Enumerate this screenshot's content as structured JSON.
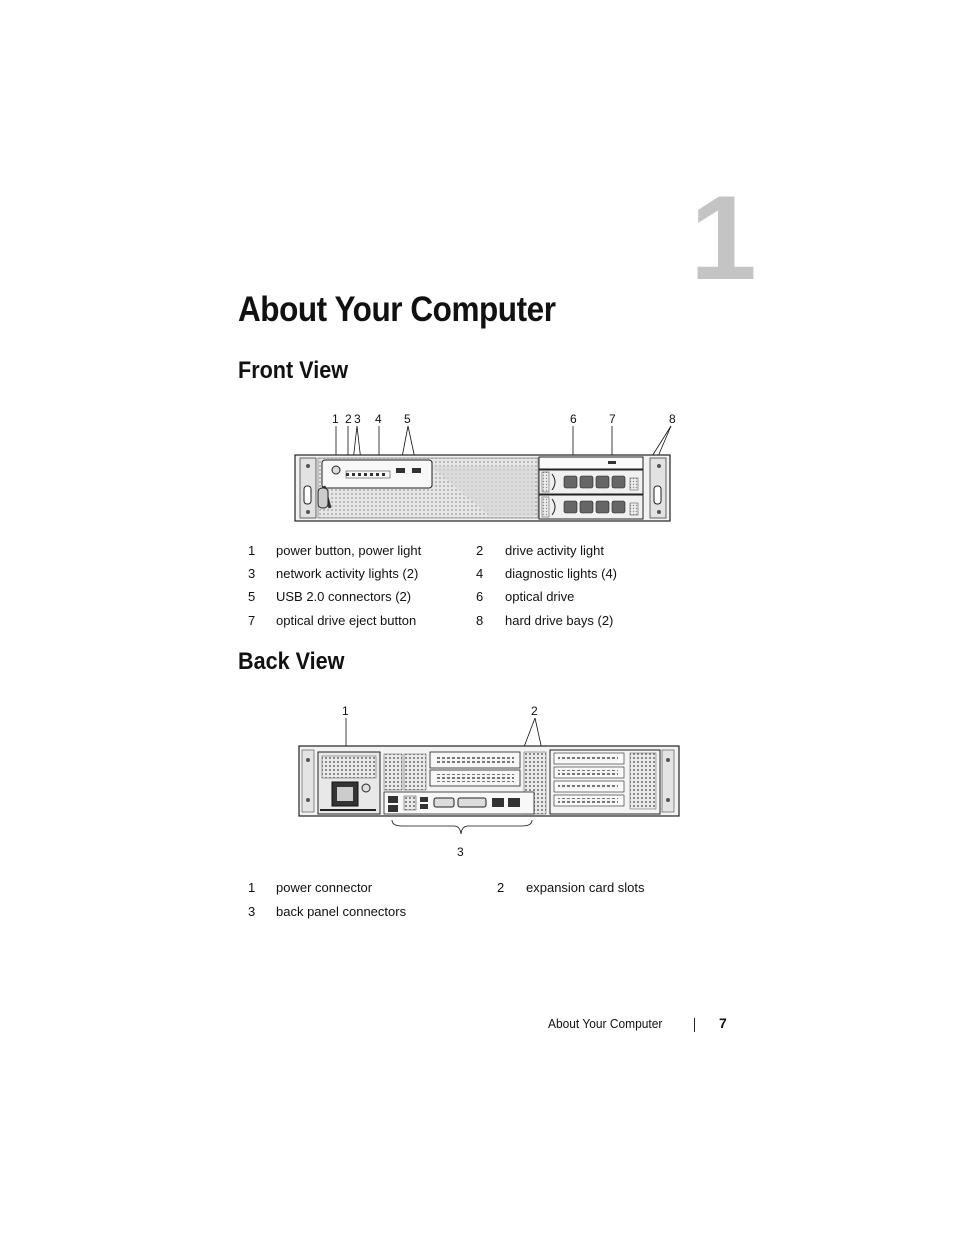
{
  "chapter": {
    "number": "1",
    "title": "About Your Computer"
  },
  "front_view": {
    "heading": "Front View",
    "callout_labels": [
      "1",
      "2",
      "3",
      "4",
      "5",
      "6",
      "7",
      "8"
    ],
    "items": [
      {
        "num": "1",
        "text": "power button, power light"
      },
      {
        "num": "2",
        "text": "drive activity light"
      },
      {
        "num": "3",
        "text": "network activity lights (2)"
      },
      {
        "num": "4",
        "text": "diagnostic lights (4)"
      },
      {
        "num": "5",
        "text": "USB 2.0 connectors (2)"
      },
      {
        "num": "6",
        "text": "optical drive"
      },
      {
        "num": "7",
        "text": "optical drive eject button"
      },
      {
        "num": "8",
        "text": "hard drive bays (2)"
      }
    ]
  },
  "back_view": {
    "heading": "Back View",
    "callout_labels": [
      "1",
      "2",
      "3"
    ],
    "items": [
      {
        "num": "1",
        "text": "power connector"
      },
      {
        "num": "2",
        "text": "expansion card slots"
      },
      {
        "num": "3",
        "text": "back panel connectors"
      }
    ]
  },
  "footer": {
    "title": "About Your Computer",
    "page": "7"
  }
}
